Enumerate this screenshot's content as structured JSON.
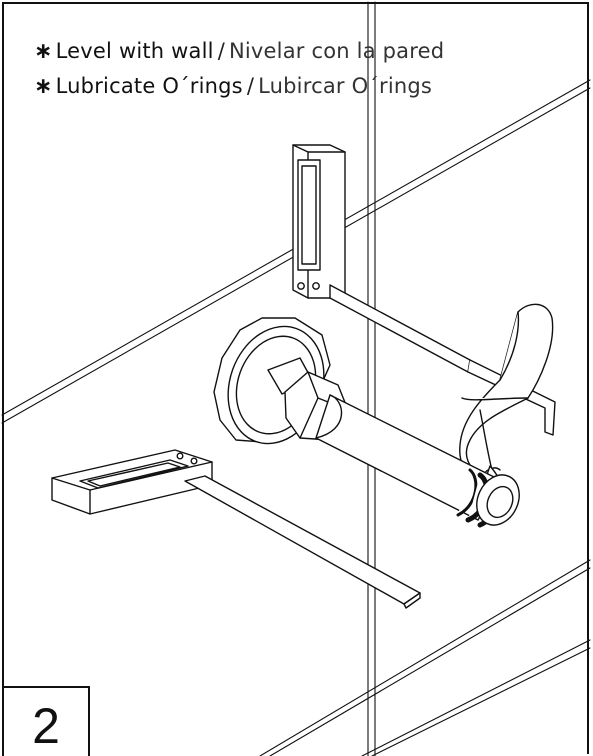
{
  "instructions": [
    {
      "bullet": "∗",
      "english": "Level with wall",
      "separator": "/",
      "spanish": "Nivelar con la pared"
    },
    {
      "bullet": "∗",
      "english": "Lubricate O´rings",
      "separator": "/",
      "spanish": "Lubircar O´rings"
    }
  ],
  "step_number": "2",
  "colors": {
    "line": "#111111",
    "background": "#ffffff"
  },
  "icons": [
    "spirit-level-icon",
    "valve-body-icon",
    "lubricant-tube-icon",
    "spirit-level-icon"
  ]
}
